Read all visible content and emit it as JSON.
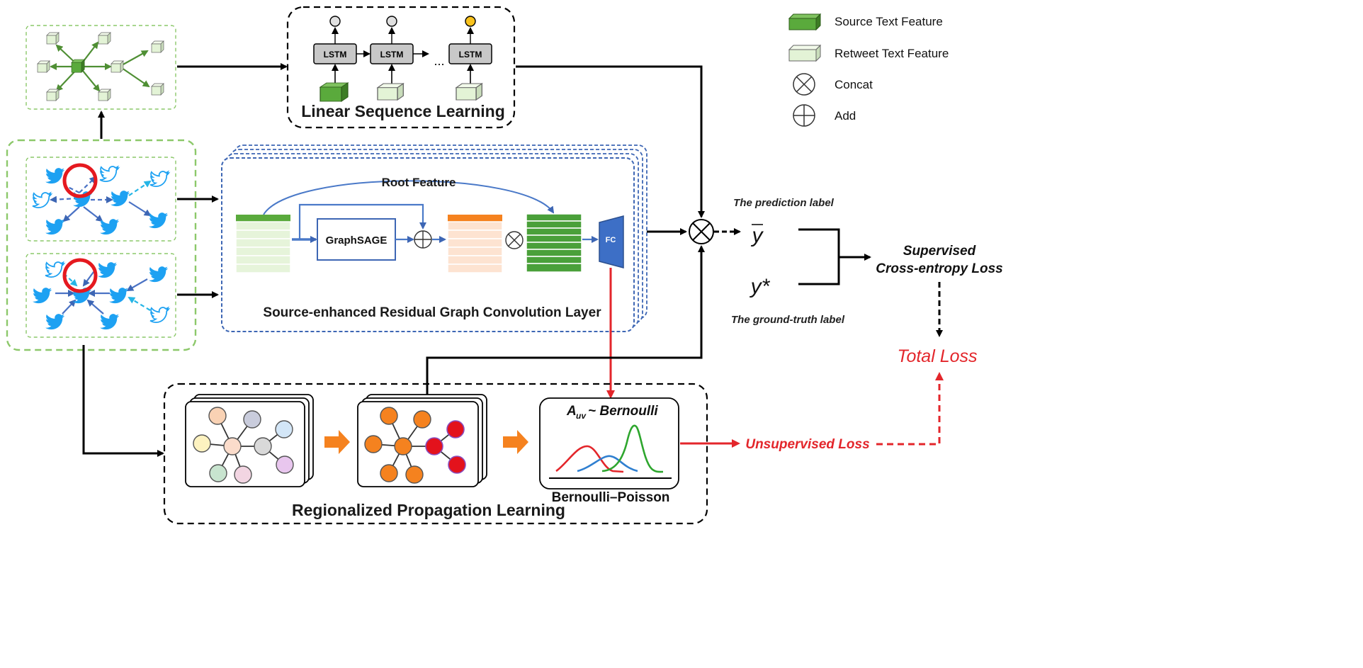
{
  "legend": {
    "source_text_feature": "Source Text Feature",
    "retweet_text_feature": "Retweet Text Feature",
    "concat": "Concat",
    "add": "Add"
  },
  "linear_sequence": {
    "title": "Linear Sequence Learning",
    "cell_label": "LSTM",
    "ellipsis": "..."
  },
  "residual_gcn": {
    "title": "Source-enhanced Residual Graph Convolution  Layer",
    "root_feature": "Root Feature",
    "graphsage": "GraphSAGE",
    "fc": "FC"
  },
  "regional": {
    "title": "Regionalized Propagation Learning",
    "distribution_title_main": "A",
    "distribution_title_sub": "uv",
    "distribution_title_rest": "~ Bernoulli",
    "distribution_caption": "Bernoulli–Poisson"
  },
  "outputs": {
    "prediction_label": "The prediction label",
    "y_bar": "y",
    "y_star": "y*",
    "ground_truth_label": "The ground-truth label",
    "supervised_loss_line1": "Supervised",
    "supervised_loss_line2": "Cross-entropy Loss",
    "total_loss": "Total Loss",
    "unsupervised_loss": "Unsupervised Loss"
  },
  "colors": {
    "source_feature": "#5aaa3c",
    "retweet_feature": "#e3f3d6",
    "orange_node": "#f5821f",
    "red_loss": "#e3262b",
    "blue_box": "#3d66b4",
    "green_dash": "#8cc86a",
    "twitter_blue": "#1da1f2"
  }
}
